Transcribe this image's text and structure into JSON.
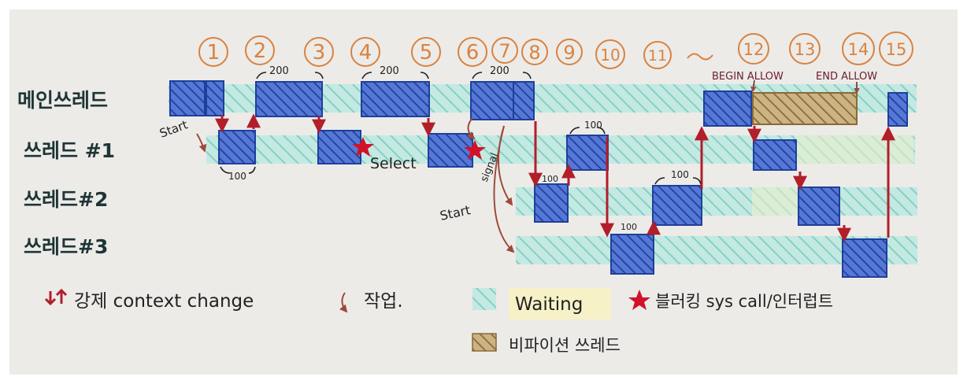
{
  "colors": {
    "paper": "#ecebe8",
    "ink": "#1f2a2a",
    "step_circle": "#d9823f",
    "run_fill": "#5578d6",
    "run_hatch": "#1f3f9a",
    "wait_fill": "#bfe7e0",
    "wait_hatch": "#78c9bd",
    "nonpreempt_fill": "#c8ad7b",
    "nonpreempt_hatch": "#8a6a36",
    "arrow": "#b21e2a",
    "star": "#d2122a",
    "highlight": "#f6f1c7"
  },
  "threads": [
    "메인쓰레드",
    "쓰레드 #1",
    "쓰레드#2",
    "쓰레드#3"
  ],
  "steps": [
    "1",
    "2",
    "3",
    "4",
    "5",
    "6",
    "7",
    "8",
    "9",
    "10",
    "11",
    "12",
    "13",
    "14",
    "15"
  ],
  "annotations": {
    "begin_allow": "BEGIN ALLOW",
    "end_allow": "END ALLOW",
    "start_t1": "Start",
    "start_t23": "Start",
    "select": "Select",
    "signal": "signal",
    "d200_a": "200",
    "d200_b": "200",
    "d200_c": "200",
    "d100_a": "100",
    "d100_b": "100",
    "d100_c": "100",
    "d100_d": "100",
    "d100_e": "100"
  },
  "legend": {
    "forced_switch_text": "강제 context change",
    "work_text": "작업.",
    "waiting_text": "Waiting",
    "blocking_text": "블러킹 sys call/인터럽트",
    "nonpreempt_text": "비파이션 쓰레드",
    "forced_icon": "red-up-down-arrows-icon",
    "work_icon": "curved-arrow-icon",
    "waiting_icon": "cyan-hatched-square-icon",
    "blocking_icon": "red-star-icon",
    "nonpreempt_icon": "brown-hatched-square-icon"
  }
}
